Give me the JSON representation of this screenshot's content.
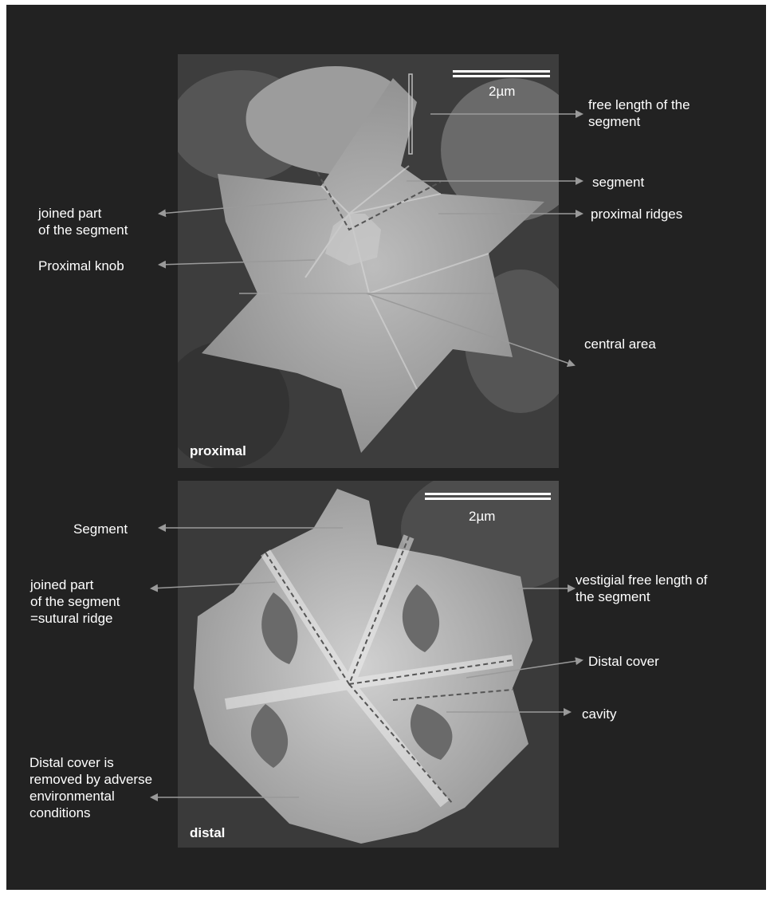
{
  "panels": {
    "top": {
      "label": "proximal",
      "scale": "2µm"
    },
    "bottom": {
      "label": "distal",
      "scale": "2µm"
    }
  },
  "labels": {
    "free_length_1": "free length of the",
    "free_length_2": "segment",
    "segment_top": "segment",
    "proximal_ridges": "proximal ridges",
    "joined_top_1": "joined part",
    "joined_top_2": "of the segment",
    "proximal_knob": "Proximal knob",
    "central_area": "central area",
    "segment_bottom": "Segment",
    "joined_bottom_1": "joined part",
    "joined_bottom_2": "of the segment",
    "joined_bottom_3": "=sutural ridge",
    "vestigial_1": "vestigial free length of",
    "vestigial_2": "the segment",
    "distal_cover": "Distal cover",
    "cavity": "cavity",
    "removed_1": "Distal cover is",
    "removed_2": "removed by adverse",
    "removed_3": "environmental",
    "removed_4": "conditions"
  },
  "colors": {
    "background": "#222222",
    "text": "#ffffff",
    "arrow": "#9a9a9a"
  }
}
